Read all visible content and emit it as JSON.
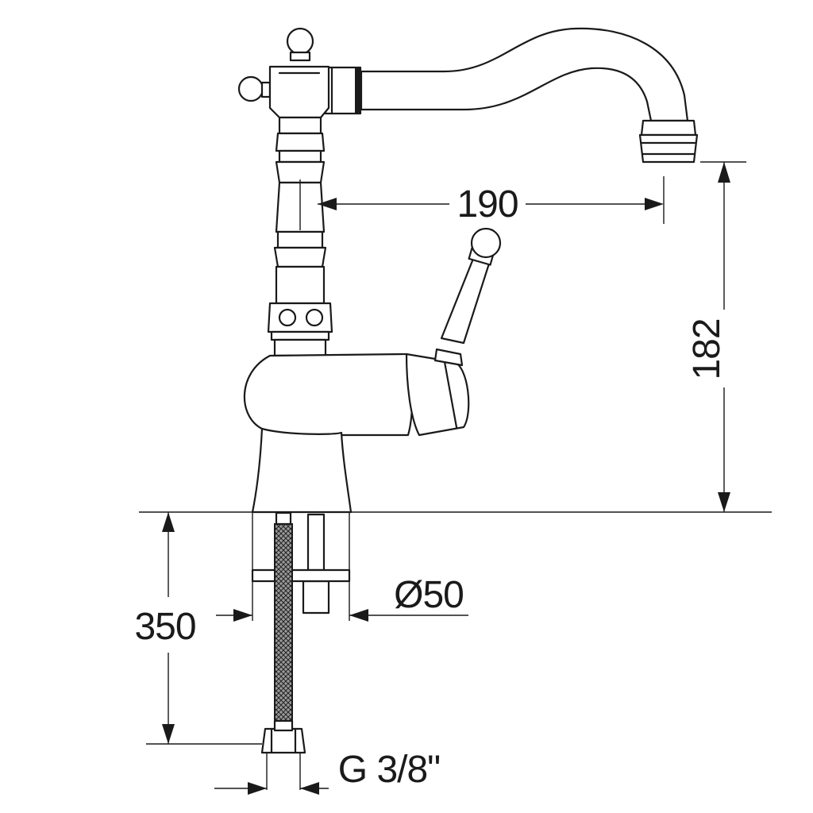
{
  "dimensions": {
    "spout_reach": "190",
    "spout_height": "182",
    "below_deck_length": "350",
    "hole_diameter": "Ø50",
    "thread_size": "G 3/8\""
  }
}
